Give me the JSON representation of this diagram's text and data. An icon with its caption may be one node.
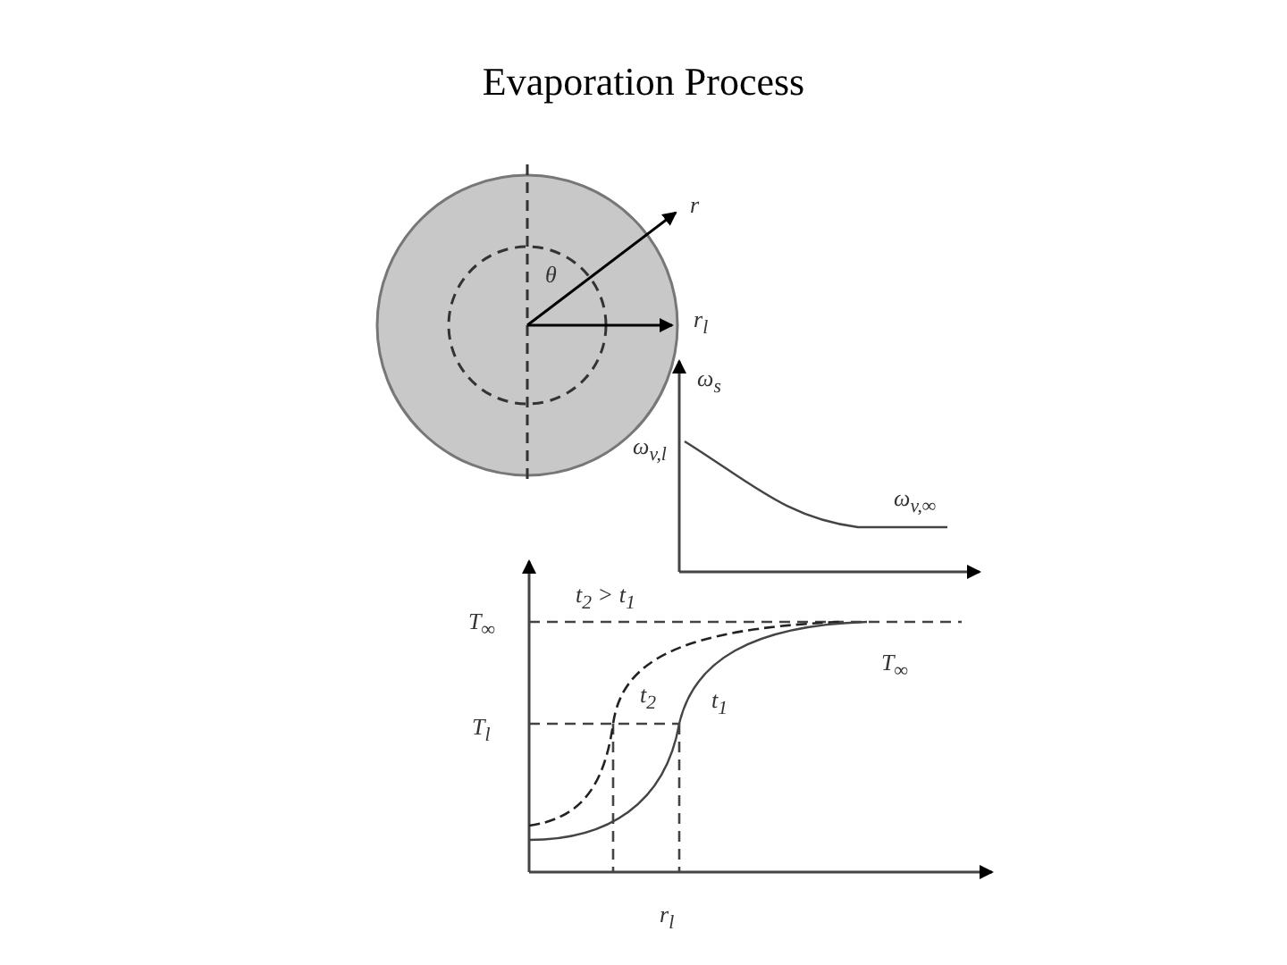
{
  "diagram": {
    "title": "Evaporation Process",
    "labels": [
      "r",
      "θ",
      "r$_{l}$",
      "ω$_{s}$",
      "ω$_{v,l}$",
      "ω$_{v,∞}$",
      "t$_{2}$ > t$_{1}$",
      "T$_{∞}$",
      "T$_{∞}$",
      "t$_{2}$",
      "t$_{1}$",
      "T$_{l}$",
      "r$_{l}$"
    ]
  }
}
